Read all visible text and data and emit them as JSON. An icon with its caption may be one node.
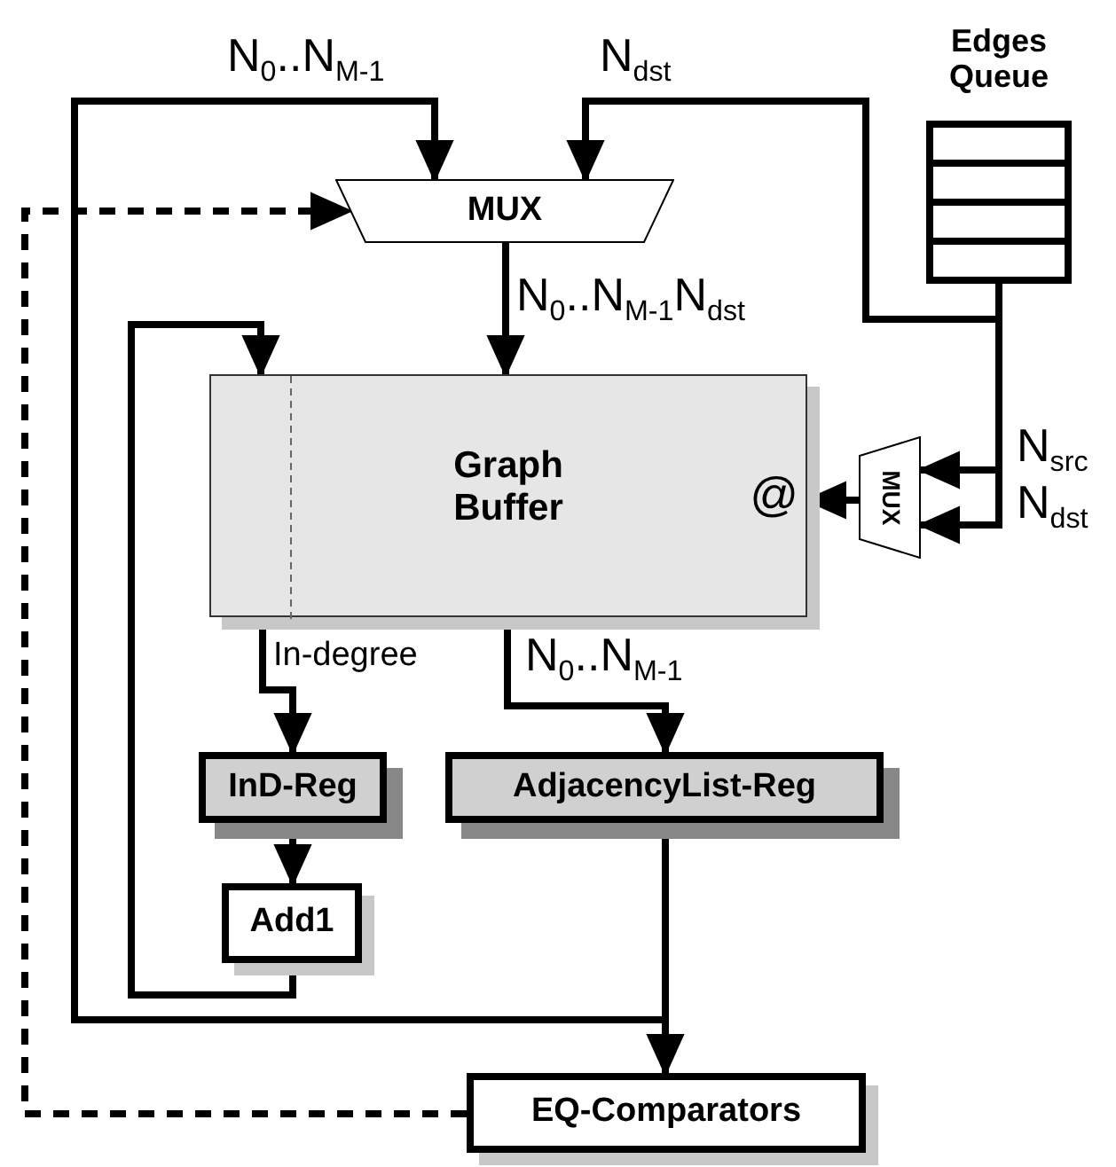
{
  "diagram": {
    "nodes": [
      {
        "text": [
          "MUX"
        ]
      },
      {
        "text": [
          "Edges Queue"
        ]
      },
      {
        "text": [
          "Graph Buffer",
          "@"
        ]
      },
      {
        "text": [
          "MUX"
        ]
      },
      {
        "text": [
          "InD-Reg"
        ]
      },
      {
        "text": [
          "Add1"
        ]
      },
      {
        "text": [
          "AdjacencyList-Reg"
        ]
      },
      {
        "text": [
          "EQ-Comparators"
        ]
      }
    ],
    "edges": [
      {
        "from": 6,
        "to": 0,
        "arrow": "to",
        "label": "N$_{0}$..N$_{M-1}$"
      },
      {
        "from": 1,
        "to": 0,
        "arrow": "to",
        "label": "N$_{dst}$"
      },
      {
        "from": 0,
        "to": 2,
        "arrow": "to",
        "label": "N$_{0}$..N$_{M-1}$N$_{dst}$"
      },
      {
        "from": 1,
        "to": 3,
        "arrow": "to",
        "label": "N$_{src}$"
      },
      {
        "from": 1,
        "to": 3,
        "arrow": "to",
        "label": "N$_{dst}$"
      },
      {
        "from": 3,
        "to": 2,
        "arrow": "to"
      },
      {
        "from": 2,
        "to": 4,
        "arrow": "to",
        "label": "In-degree"
      },
      {
        "from": 2,
        "to": 6,
        "arrow": "to",
        "label": "N$_{0}$..N$_{M-1}$"
      },
      {
        "from": 4,
        "to": 5,
        "arrow": "to"
      },
      {
        "from": 5,
        "to": 2,
        "arrow": "to"
      },
      {
        "from": 6,
        "to": 7,
        "arrow": "to"
      },
      {
        "from": 7,
        "to": 0,
        "arrow": "to",
        "style": "dashed"
      }
    ]
  }
}
